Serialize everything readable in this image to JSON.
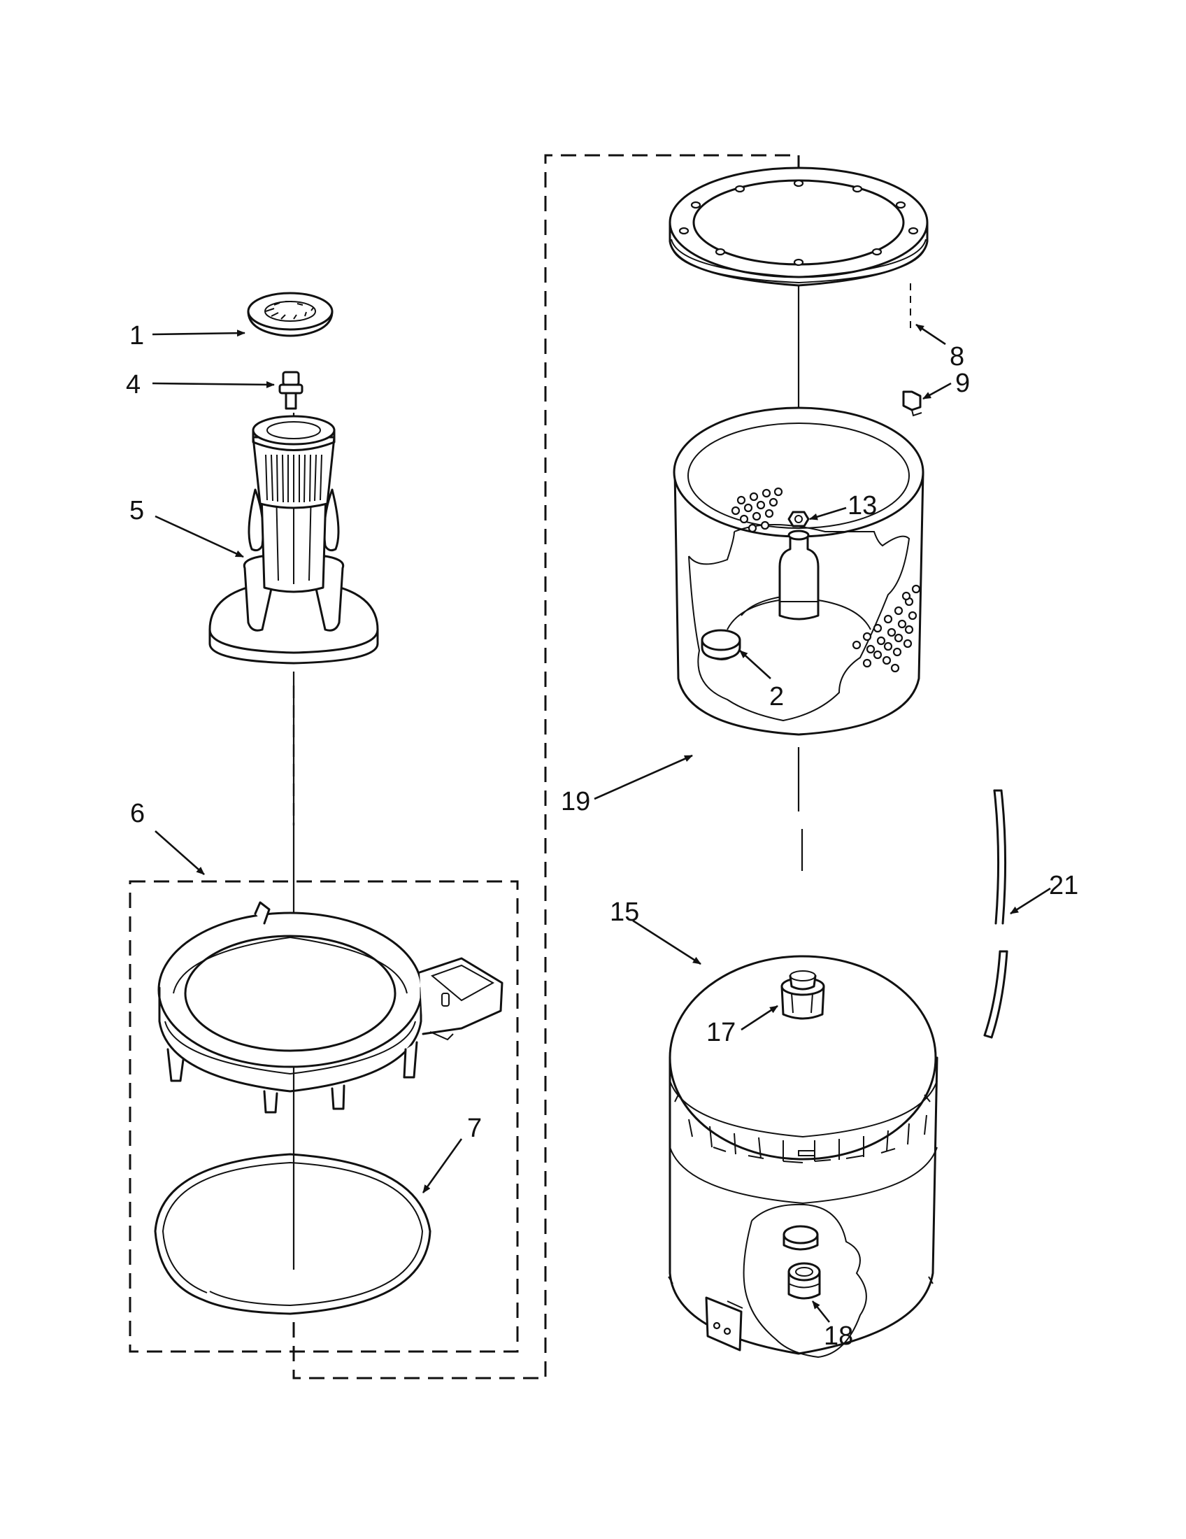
{
  "callouts": {
    "c1": "1",
    "c4": "4",
    "c5": "5",
    "c6": "6",
    "c7": "7",
    "c8": "8",
    "c9": "9",
    "c13": "13",
    "c2": "2",
    "c19": "19",
    "c21": "21",
    "c15": "15",
    "c17": "17",
    "c18": "18"
  }
}
